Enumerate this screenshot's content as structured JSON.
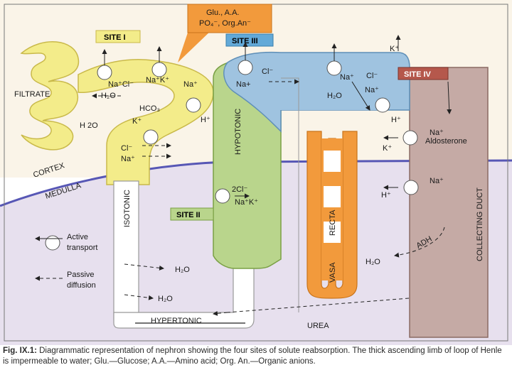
{
  "sites": {
    "site1": "SITE I",
    "site2": "SITE II",
    "site3": "SITE III",
    "site4": "SITE IV"
  },
  "callout": {
    "line1": "Glu., A.A.",
    "line2": "PO₄⁻, Org.An⁻"
  },
  "regions": {
    "cortex": "CORTEX",
    "medulla": "MEDULLA",
    "filtrate": "FILTRATE",
    "hypotonic": "HYPOTONIC",
    "isotonic": "ISOTONIC",
    "hypertonic": "HYPERTONIC",
    "vasa": "VASA",
    "recta": "RECTA",
    "collecting_duct": "COLLECTING DUCT",
    "urea": "UREA",
    "adh": "ADH",
    "aldosterone": "Aldosterone"
  },
  "ions": {
    "na": "Na⁺",
    "cl": "Cl⁻",
    "k": "K⁺",
    "h": "H⁺",
    "h2o": "H₂O",
    "h2o_plain": "H 2O",
    "hco3": "HCO₃",
    "na_k": "Na⁺K⁺",
    "na_cl": "Na⁺Cl⁻",
    "na_plus": "Na+",
    "two_cl": "2Cl⁻"
  },
  "legend": {
    "active_1": "Active",
    "active_2": "transport",
    "passive_1": "Passive",
    "passive_2": "diffusion"
  },
  "caption": {
    "fig": "Fig. IX.1:",
    "text": "Diagrammatic representation of nephron showing the four sites of solute reabsorption. The thick ascending limb of loop of Henle is impermeable to water; Glu.—Glucose; A.A.—Amino acid; Org. An.—Organic anions."
  },
  "colors": {
    "yellow": "#f3ec8a",
    "green": "#b9d58c",
    "blue": "#9fc3e0",
    "collecting": "#c5aaa5",
    "orange": "#f29a3c",
    "site1": "#f3ec8a",
    "site2": "#b9d58c",
    "site3": "#62a9d8",
    "site4": "#b5584c",
    "medulla_line": "#5757b5"
  }
}
